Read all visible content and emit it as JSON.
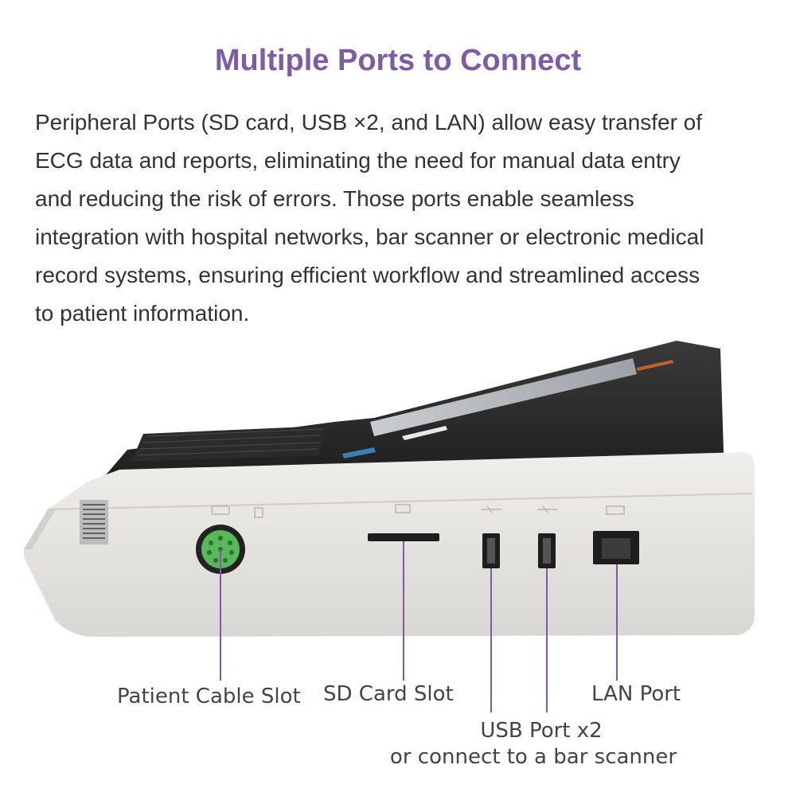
{
  "heading": {
    "title": "Multiple Ports to Connect"
  },
  "description": {
    "lines": [
      "Peripheral Ports (SD card, USB ×2, and LAN) allow easy transfer of",
      "ECG data and reports, eliminating the need for manual data entry",
      "and reducing the risk of errors. Those ports enable seamless",
      "integration with hospital networks, bar scanner or electronic medical",
      "record systems, ensuring efficient workflow and streamlined access",
      "to patient information."
    ]
  },
  "callouts": {
    "patient_cable": "Patient Cable Slot",
    "sd_card": "SD Card Slot",
    "lan": "LAN Port",
    "usb_line1": "USB Port x2",
    "usb_line2": "or connect to a bar scanner"
  },
  "colors": {
    "title": "#7d5ba6",
    "callout_line": "#7d5ba6",
    "body_text": "#333333",
    "device_body": "#e6e4e1",
    "device_top": "#2c2c2c",
    "connector_green": "#58b85a"
  }
}
